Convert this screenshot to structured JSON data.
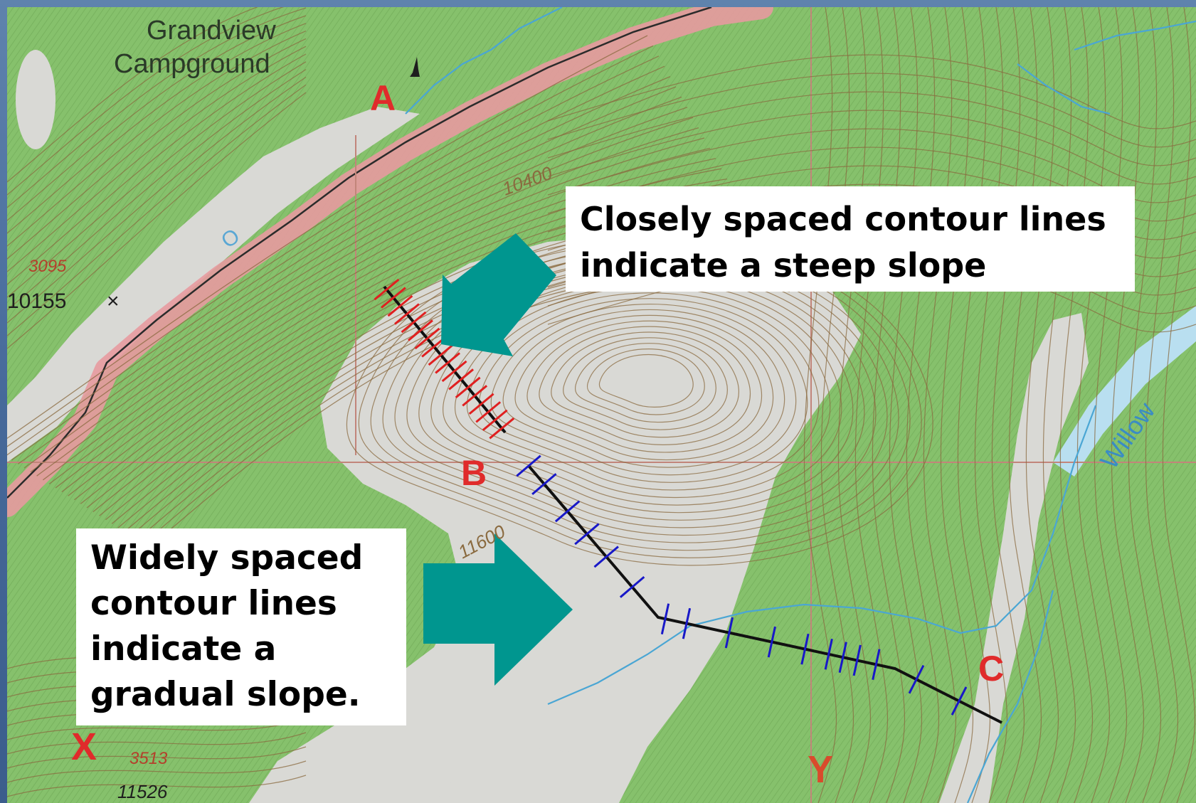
{
  "map": {
    "place_label": [
      "Grandview",
      "Campground"
    ],
    "point_labels": {
      "a": "A",
      "b": "B",
      "c": "C",
      "x": "X",
      "y": "Y"
    },
    "elevation_labels": {
      "contour_10400": "10400",
      "contour_11600": "11600",
      "spot_metric_1": "3095",
      "spot_feet_1": "10155",
      "spot_marker_1": "×",
      "spot_metric_2": "3513",
      "spot_feet_2": "11526"
    },
    "stream_label": "Willow",
    "water_label": "O",
    "colors": {
      "forest": "#86c16c",
      "clearing": "#d9d9d5",
      "contour_brown": "#8a6a3f",
      "road_pink": "#e79aa0",
      "stream_blue": "#4aa6d4",
      "steep_ticks": "#e02020",
      "gradual_ticks": "#1818c8",
      "arrow_teal": "#00968f"
    }
  },
  "callouts": {
    "steep": [
      "Closely spaced contour lines",
      "indicate a steep slope"
    ],
    "gradual": [
      "Widely spaced",
      "contour lines",
      "indicate a",
      "gradual slope."
    ]
  }
}
